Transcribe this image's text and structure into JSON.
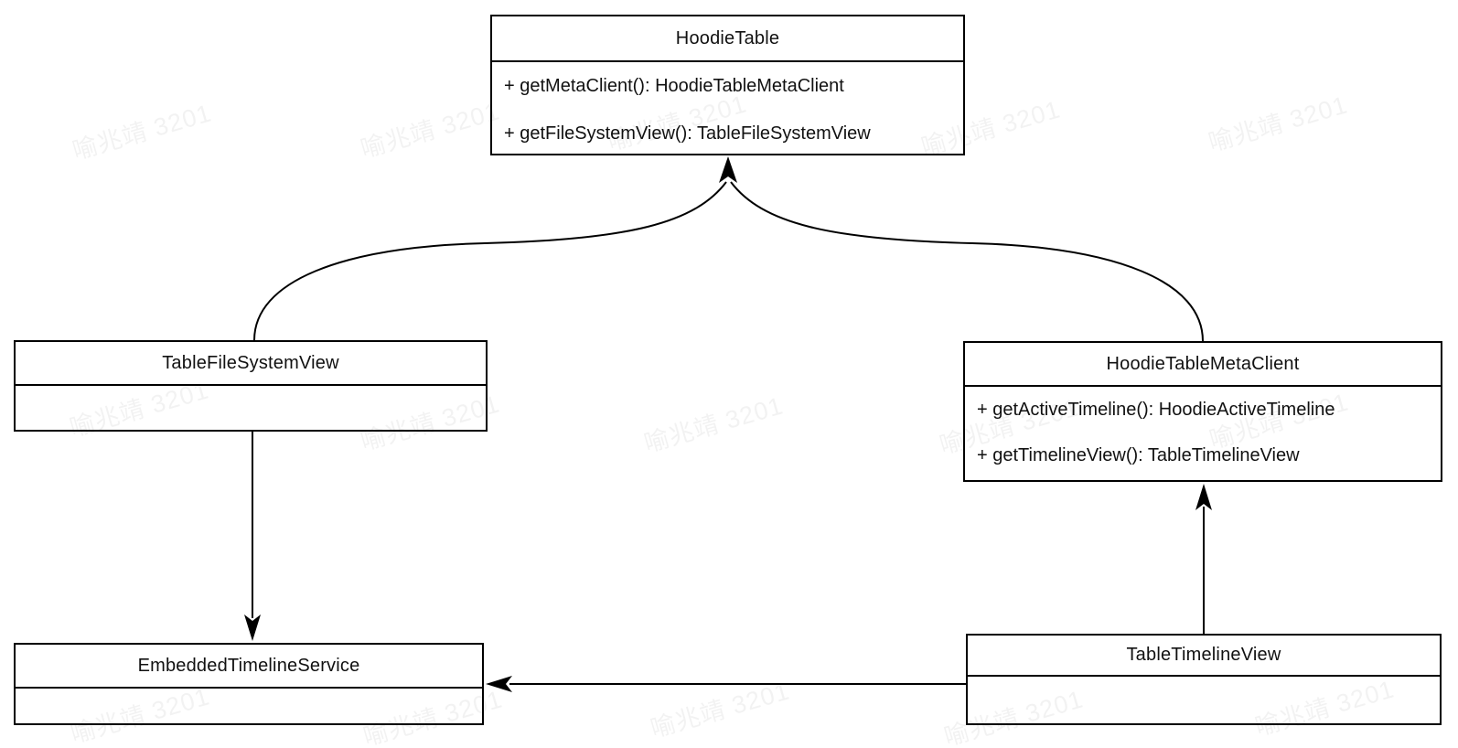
{
  "diagram": {
    "type": "uml-class-diagram",
    "classes": [
      {
        "name": "HoodieTable",
        "methods": [
          "+ getMetaClient(): HoodieTableMetaClient",
          "+ getFileSystemView(): TableFileSystemView"
        ]
      },
      {
        "name": "TableFileSystemView",
        "methods": []
      },
      {
        "name": "HoodieTableMetaClient",
        "methods": [
          "+ getActiveTimeline(): HoodieActiveTimeline",
          "+ getTimelineView(): TableTimelineView"
        ]
      },
      {
        "name": "EmbeddedTimelineService",
        "methods": []
      },
      {
        "name": "TableTimelineView",
        "methods": []
      }
    ],
    "relations": [
      {
        "from": "TableFileSystemView",
        "to": "HoodieTable",
        "style": "curved-arrow"
      },
      {
        "from": "HoodieTableMetaClient",
        "to": "HoodieTable",
        "style": "curved-arrow"
      },
      {
        "from": "TableFileSystemView",
        "to": "EmbeddedTimelineService",
        "style": "straight-arrow"
      },
      {
        "from": "TableTimelineView",
        "to": "HoodieTableMetaClient",
        "style": "straight-arrow"
      },
      {
        "from": "TableTimelineView",
        "to": "EmbeddedTimelineService",
        "style": "straight-arrow"
      }
    ],
    "colors": {
      "line": "#000000",
      "box_border": "#000000",
      "box_fill": "#ffffff",
      "text": "#111111",
      "background": "#ffffff",
      "watermark": "rgba(0,0,0,0.05)"
    }
  },
  "watermark": {
    "text": "喻兆靖 3201"
  }
}
